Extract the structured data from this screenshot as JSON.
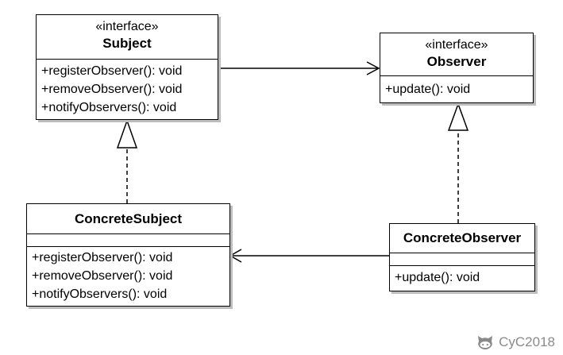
{
  "diagram": {
    "subject": {
      "stereotype": "«interface»",
      "name": "Subject",
      "methods": [
        "+registerObserver(): void",
        "+removeObserver(): void",
        "+notifyObservers(): void"
      ]
    },
    "observer": {
      "stereotype": "«interface»",
      "name": "Observer",
      "methods": [
        "+update(): void"
      ]
    },
    "concrete_subject": {
      "name": "ConcreteSubject",
      "methods": [
        "+registerObserver(): void",
        "+removeObserver(): void",
        "+notifyObservers(): void"
      ]
    },
    "concrete_observer": {
      "name": "ConcreteObserver",
      "methods": [
        "+update(): void"
      ]
    }
  },
  "watermark": {
    "text": "CyC2018",
    "icon": "github-octocat-icon",
    "color": "#8a8a8a"
  }
}
